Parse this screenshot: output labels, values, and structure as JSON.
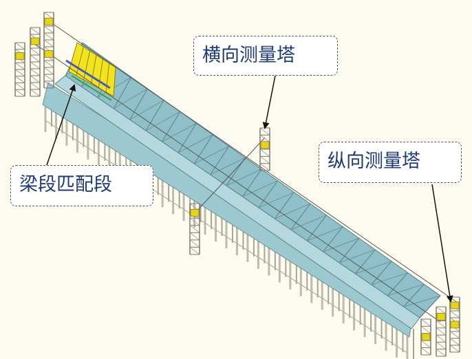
{
  "labels": {
    "transverse_tower": "横向测量塔",
    "longitudinal_tower": "纵向测量塔",
    "match_segment": "梁段匹配段"
  },
  "colors": {
    "background": "#fdfbef",
    "label_text": "#1f3a78",
    "beam_top": "#b4d8de",
    "beam_side": "#8fc0c9",
    "falsework": "#bdbbaa",
    "tower_plate": "#e7d31c",
    "formwork": "#f2e41c"
  }
}
